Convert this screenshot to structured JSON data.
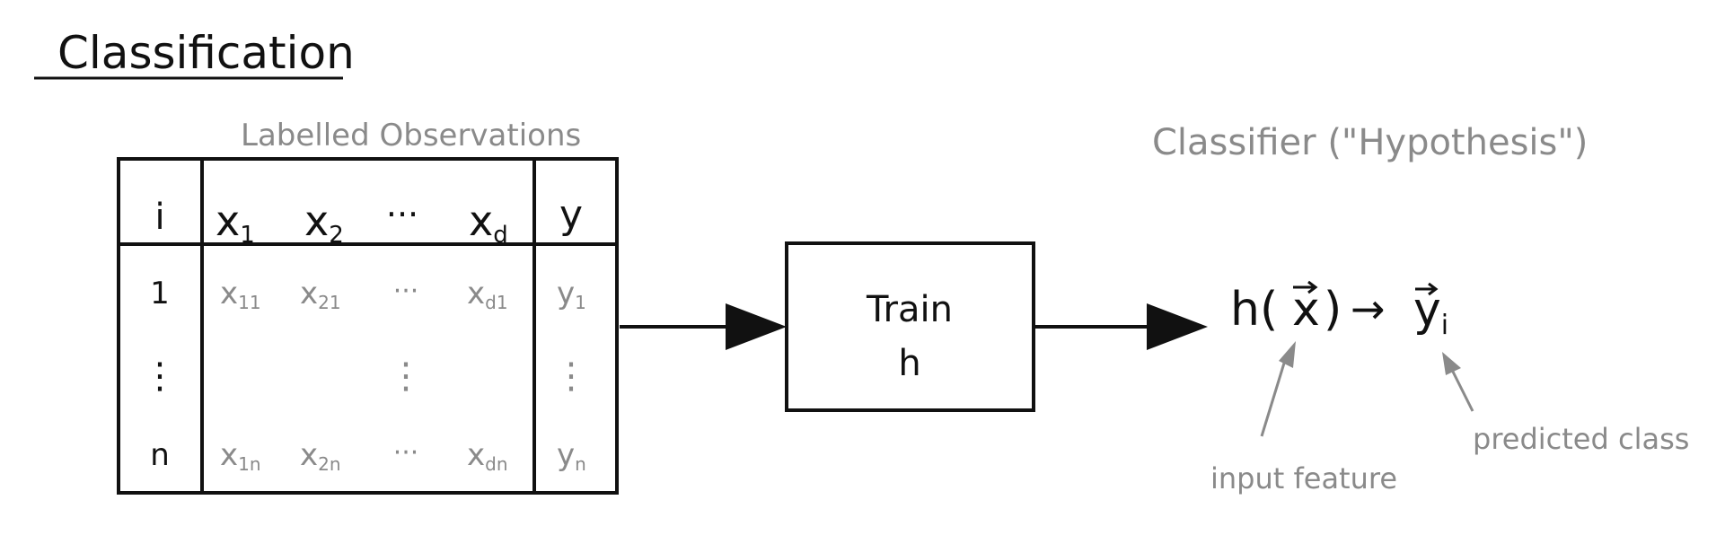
{
  "title": "Classification",
  "table": {
    "caption": "Labelled Observations",
    "headers": {
      "i": "i",
      "x1": "x",
      "x1_sub": "1",
      "x2": "x",
      "x2_sub": "2",
      "ellipsis": "···",
      "xd": "x",
      "xd_sub": "d",
      "y": "y"
    },
    "rows": {
      "first": {
        "i": "1",
        "c1": "x",
        "c1_sub": "11",
        "c2": "x",
        "c2_sub": "21",
        "dots": "···",
        "c3": "x",
        "c3_sub": "d1",
        "y": "y",
        "y_sub": "1"
      },
      "vertical_dots": {
        "i": "⋮",
        "mid": "⋮",
        "y": "⋮"
      },
      "last": {
        "i": "n",
        "c1": "x",
        "c1_sub": "1n",
        "c2": "x",
        "c2_sub": "2n",
        "dots": "···",
        "c3": "x",
        "c3_sub": "dn",
        "y": "y",
        "y_sub": "n"
      }
    }
  },
  "train_box": {
    "line1": "Train",
    "line2": "h"
  },
  "classifier": {
    "caption": "Classifier (\"Hypothesis\")",
    "formula_h": "h(",
    "formula_x": "x",
    "formula_close": ")",
    "arrow": "→",
    "formula_y": "y",
    "formula_y_sub": "i",
    "label_input": "input feature",
    "label_output": "predicted class"
  },
  "colors": {
    "ink": "#111111",
    "annotation": "#8a8a8a"
  }
}
